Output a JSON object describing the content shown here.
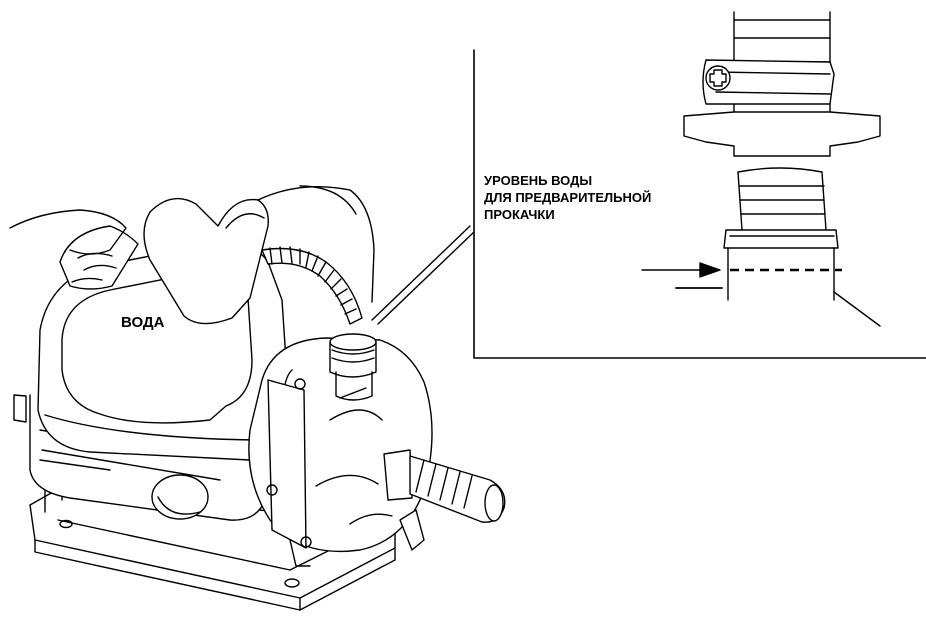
{
  "labels": {
    "water": "ВОДА",
    "prime_level_line1": "УРОВЕНЬ ВОДЫ",
    "prime_level_line2": "ДЛЯ ПРЕДВАРИТЕЛЬНОЙ",
    "prime_level_line3": "ПРОКАЧКИ"
  },
  "colors": {
    "ink": "#000000",
    "paper": "#ffffff"
  },
  "icons": [
    "screw-icon",
    "arrow-right-icon"
  ]
}
